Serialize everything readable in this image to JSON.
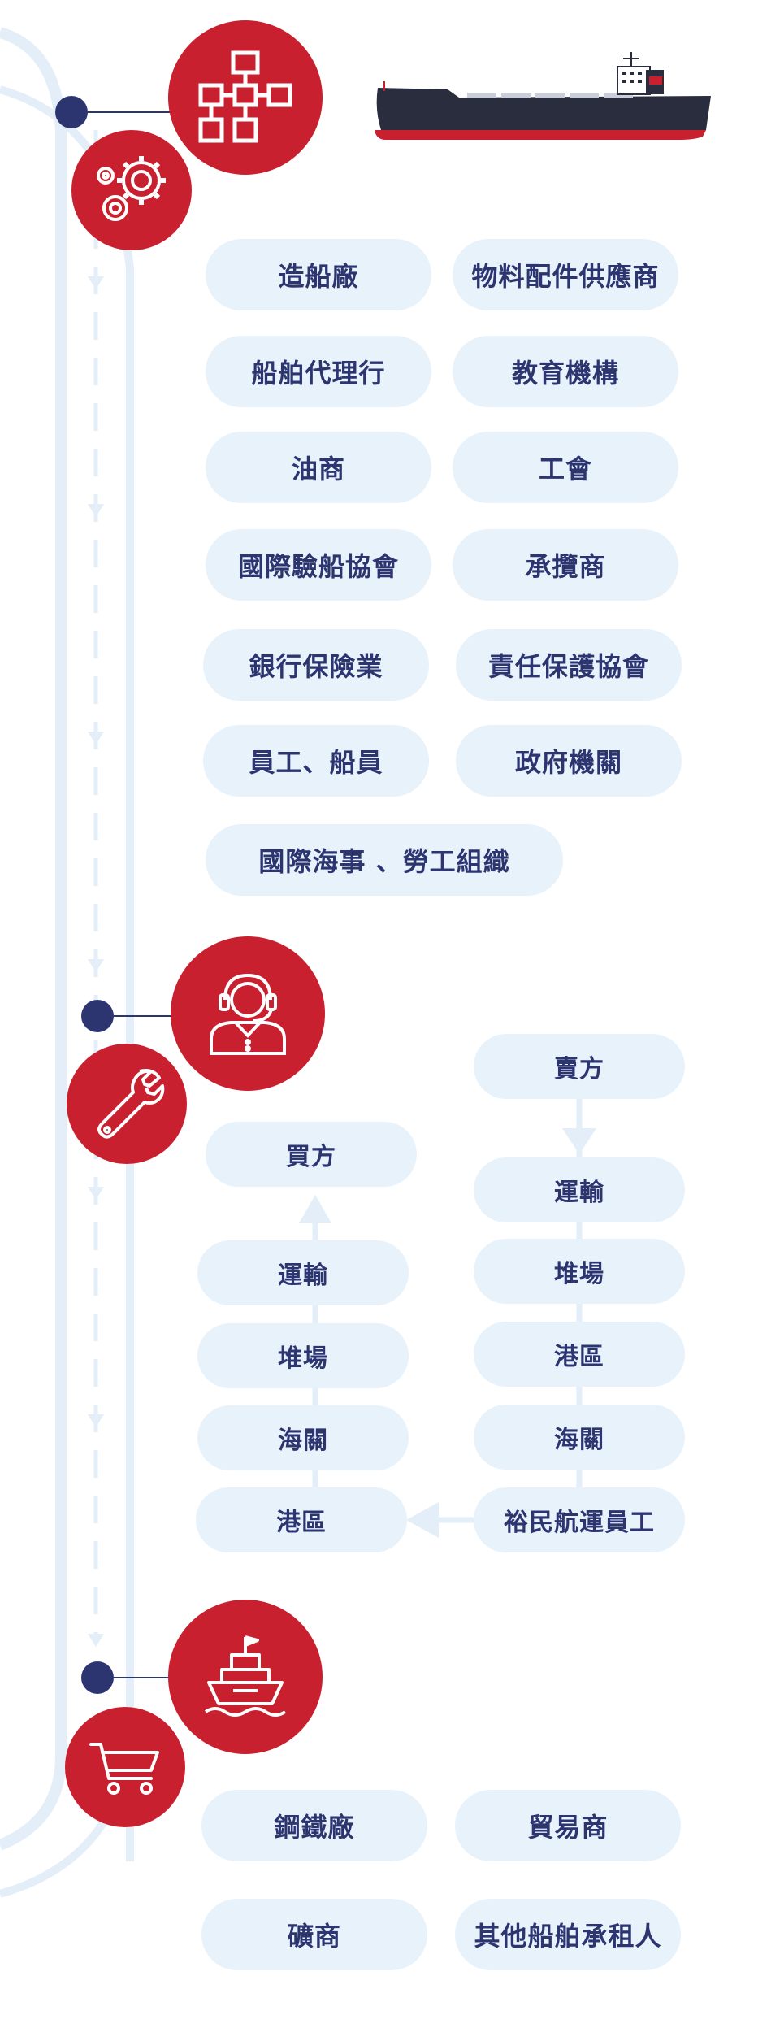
{
  "colors": {
    "accent_red": "#c8202f",
    "navy": "#2c3570",
    "pill_bg": "#e8f2fb",
    "track": "#e3eef9"
  },
  "icons": {
    "section1_main": "org-chart-icon",
    "section1_sub": "gears-icon",
    "section2_main": "customer-service-headset-icon",
    "section2_sub": "wrench-icon",
    "section3_main": "ship-icon",
    "section3_sub": "shopping-cart-icon",
    "header_illustration": "cargo-ship-illustration"
  },
  "section1": {
    "items": [
      "造船廠",
      "物料配件供應商",
      "船舶代理行",
      "教育機構",
      "油商",
      "工會",
      "國際驗船協會",
      "承攬商",
      "銀行保險業",
      "責任保護協會",
      "員工、船員",
      "政府機關",
      "國際海事 、勞工組織"
    ]
  },
  "section2": {
    "seller_flow": [
      "賣方",
      "運輸",
      "堆場",
      "港區",
      "海關",
      "裕民航運員工"
    ],
    "buyer_flow": [
      "買方",
      "運輸",
      "堆場",
      "海關",
      "港區"
    ]
  },
  "section3": {
    "items": [
      "鋼鐵廠",
      "貿易商",
      "礦商",
      "其他船舶承租人"
    ]
  }
}
